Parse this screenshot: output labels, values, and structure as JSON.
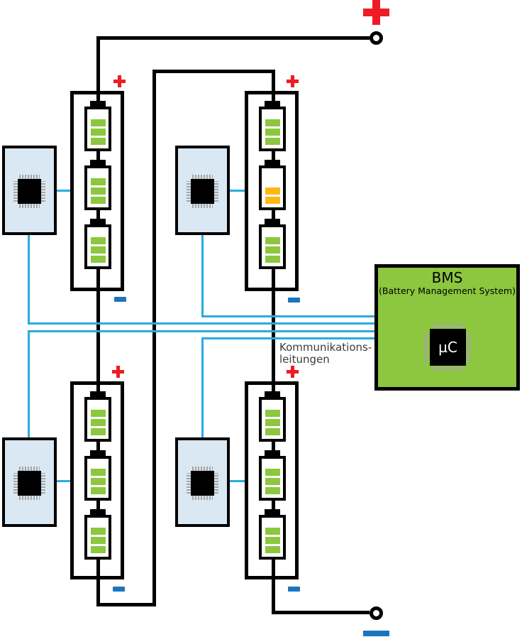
{
  "labels": {
    "bms_title": "BMS",
    "bms_subtitle": "(Battery Management System)",
    "mcu": "µC",
    "comm_line1": "Kommunikations-",
    "comm_line2": "leitungen",
    "plus": "+",
    "minus": "−"
  },
  "colors": {
    "wire_black": "#000000",
    "comm_blue": "#29ABE2",
    "plus_red": "#ED1C24",
    "minus_blue": "#1C75BC",
    "cell_green": "#8DC63F",
    "cell_low_orange": "#FDB813",
    "bms_green": "#8DC63F",
    "monitor_fill": "#D9E8F2",
    "chip_pin_gray": "#A6A6A6"
  },
  "packs": [
    {
      "name": "top-left",
      "cells": [
        "full",
        "full",
        "full"
      ]
    },
    {
      "name": "top-right",
      "cells": [
        "full",
        "low",
        "full"
      ]
    },
    {
      "name": "bottom-left",
      "cells": [
        "full",
        "full",
        "full"
      ]
    },
    {
      "name": "bottom-right",
      "cells": [
        "full",
        "full",
        "full"
      ]
    }
  ]
}
